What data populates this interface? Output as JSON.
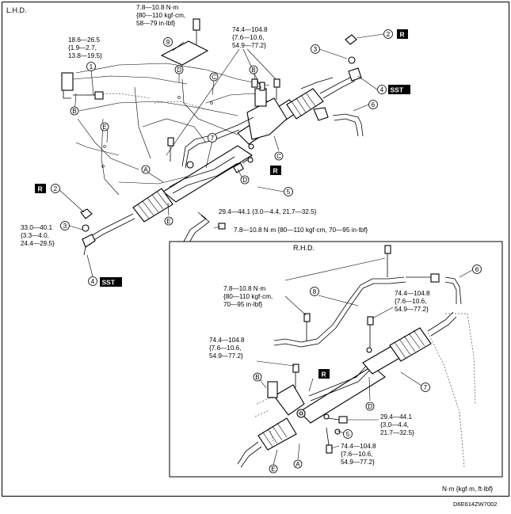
{
  "panels": {
    "lhd": {
      "label": "L.H.D."
    },
    "rhd": {
      "label": "R.H.D."
    }
  },
  "torques": {
    "t1": [
      "18.6—26.5",
      "{1.9—2.7,",
      "13.8—19.5}"
    ],
    "t2": [
      "7.8—10.8 N·m",
      "{80—110 kgf·cm,",
      "58—79 in·lbf}"
    ],
    "t3": [
      "74.4—104.8",
      "{7.6—10.6,",
      "54.9—77.2}"
    ],
    "t4": [
      "29.4—44.1 {3.0—4.4, 21.7—32.5}"
    ],
    "t5": [
      "7.8—10.8 N·m {80—110 kgf·cm, 70—95 in·lbf}"
    ],
    "t6": [
      "33.0—40.1",
      "{3.3—4.0,",
      "24.4—29.5}"
    ],
    "t7": [
      "7.8—10.8 N·m",
      "{80—110 kgf·cm,",
      "70—95 in·lbf}"
    ],
    "t8": [
      "74.4—104.8",
      "{7.6—10.6,",
      "54.9—77.2}"
    ],
    "t9": [
      "74.4—104.8",
      "{7.6—10.6,",
      "54.9—77.2}"
    ],
    "t10": [
      "29.4—44.1",
      "{3.0—4.4,",
      "21.7—32.5}"
    ],
    "t11": [
      "74.4—104.8",
      "{7.6—10.6,",
      "54.9—77.2}"
    ]
  },
  "callouts": {
    "n1": "1",
    "n2": "2",
    "n3": "3",
    "n4": "4",
    "n5": "5",
    "n6": "6",
    "n7": "7",
    "n8": "8",
    "n9": "9"
  },
  "letters": {
    "A": "A",
    "B": "B",
    "C": "C",
    "D": "D",
    "E": "E"
  },
  "tags": {
    "replace": "R",
    "sst": "SST"
  },
  "footer": {
    "units": "N·m {kgf·m, ft·lbf}",
    "code": "D6E614ZW7002"
  }
}
